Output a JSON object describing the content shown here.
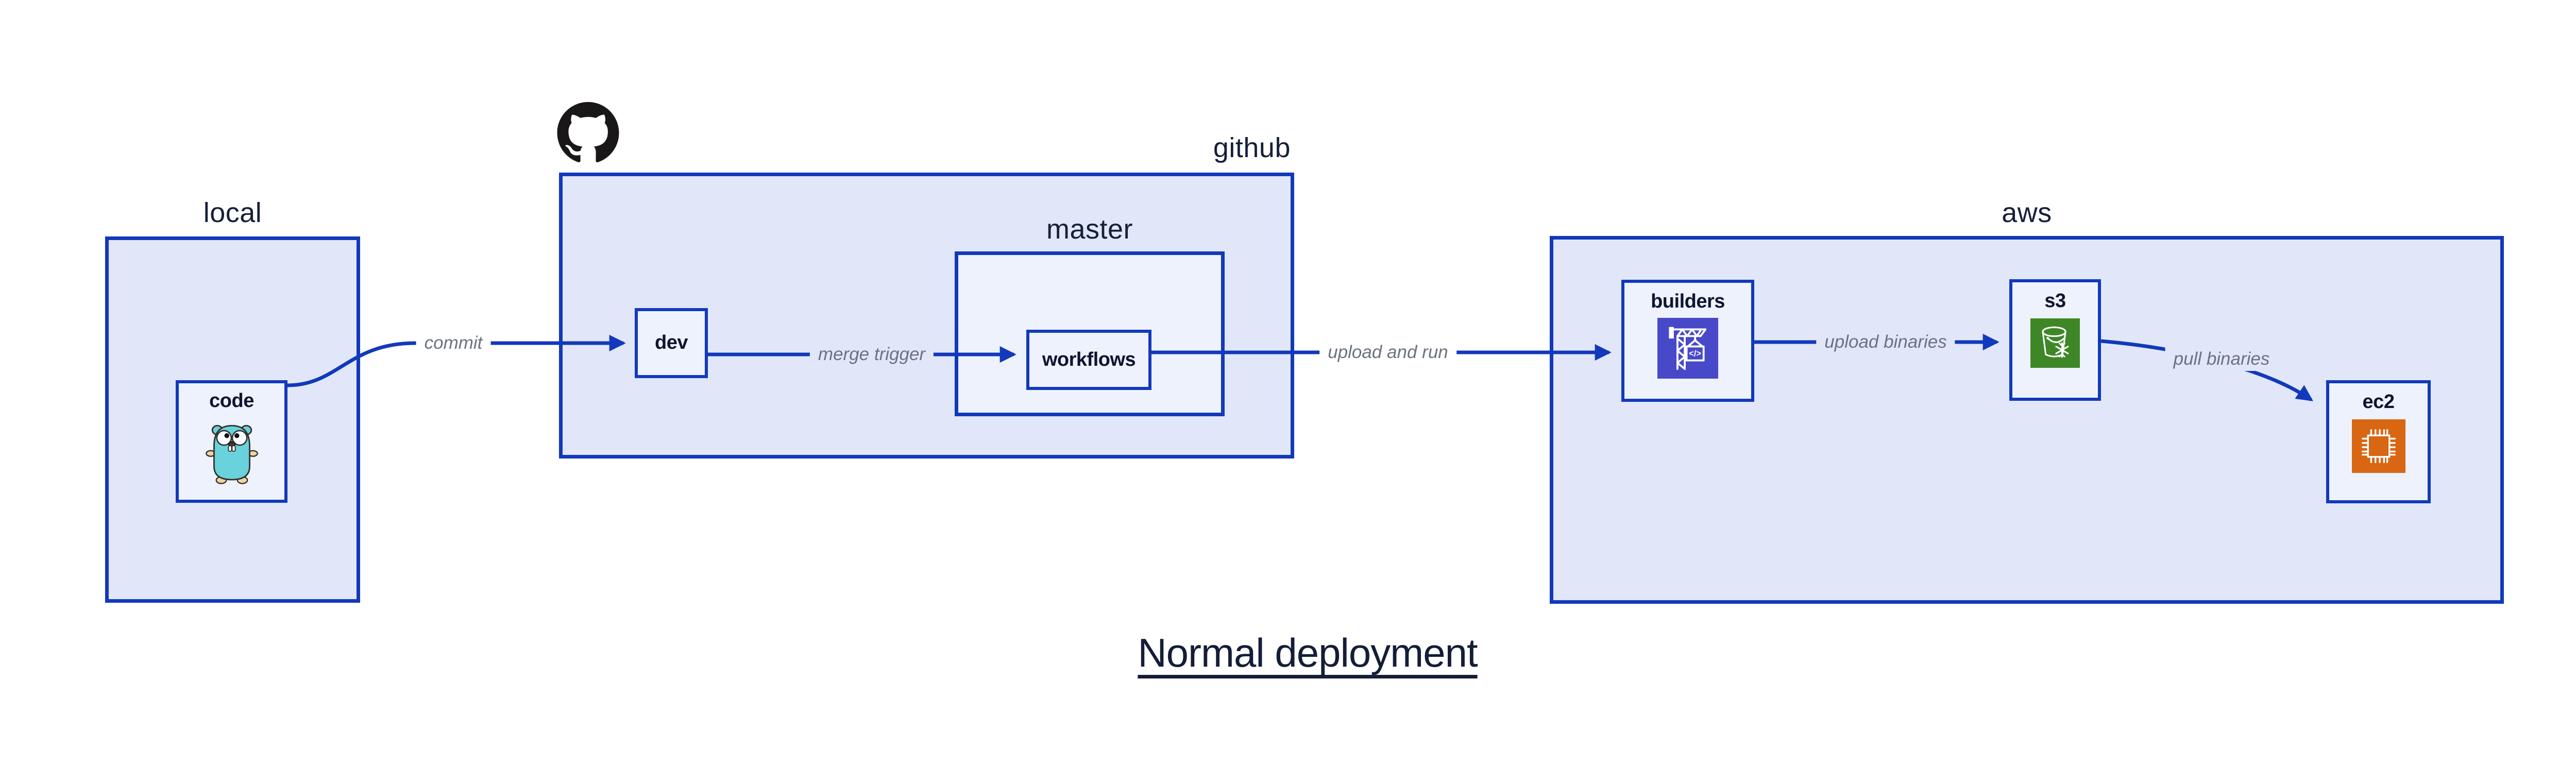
{
  "title": {
    "text": "Normal deployment"
  },
  "groups": {
    "local": {
      "label": "local"
    },
    "github": {
      "label": "github"
    },
    "master": {
      "label": "master"
    },
    "aws": {
      "label": "aws"
    }
  },
  "nodes": {
    "code": {
      "label": "code",
      "icon": "go-gopher-icon"
    },
    "dev": {
      "label": "dev"
    },
    "workflows": {
      "label": "workflows"
    },
    "builders": {
      "label": "builders",
      "icon": "codebuild-crane-icon"
    },
    "s3": {
      "label": "s3",
      "icon": "s3-glacier-bucket-icon"
    },
    "ec2": {
      "label": "ec2",
      "icon": "ec2-chip-icon"
    }
  },
  "edges": [
    {
      "from": "code",
      "to": "dev",
      "label": "commit"
    },
    {
      "from": "dev",
      "to": "workflows",
      "label": "merge trigger"
    },
    {
      "from": "workflows",
      "to": "builders",
      "label": "upload and run"
    },
    {
      "from": "builders",
      "to": "s3",
      "label": "upload binaries"
    },
    {
      "from": "s3",
      "to": "ec2",
      "label": "pull binaries"
    }
  ],
  "icons": [
    "github-octocat-icon",
    "go-gopher-icon",
    "codebuild-crane-icon",
    "s3-glacier-bucket-icon",
    "ec2-chip-icon"
  ],
  "colors": {
    "accent": "#1239bb",
    "ink": "#161f3a",
    "muted": "#6b7280",
    "group-fill": "#e1e7f9",
    "node-fill": "#eef2fc",
    "codebuild": "#4749c8",
    "s3green": "#3e8727",
    "ec2orange": "#d86613",
    "gopher": "#69d2dc",
    "octocat": "#191717"
  }
}
